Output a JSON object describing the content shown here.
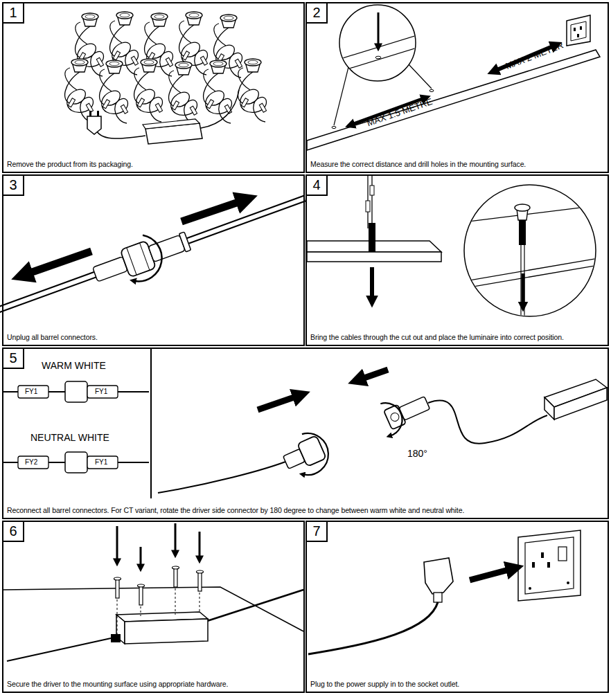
{
  "diagram": {
    "nodes": [
      {
        "text": [
          "1",
          "Remove the product from its packaging."
        ]
      },
      {
        "text": [
          "2",
          "Measure the correct distance and drill holes in the mounting surface."
        ]
      },
      {
        "text": [
          "3",
          "Unplug all barrel connectors."
        ]
      },
      {
        "text": [
          "4",
          "Bring the cables through the cut out and place the luminaire into correct position."
        ]
      },
      {
        "text": [
          "5",
          "Reconnect all barrel connectors. For CT variant, rotate the driver side connector by 180 degree to change between warm white and neutral white."
        ]
      },
      {
        "text": [
          "6",
          "Secure the driver to the mounting surface using appropriate hardware."
        ]
      },
      {
        "text": [
          "7",
          "Plug to the power supply in to the socket outlet."
        ]
      }
    ],
    "labels": [
      "MAX 1.5 METRE",
      "MAX 2 METER",
      "WARM WHITE",
      "FY1",
      "FY1",
      "NEUTRAL WHITE",
      "FY2",
      "FY1",
      "180°"
    ]
  }
}
